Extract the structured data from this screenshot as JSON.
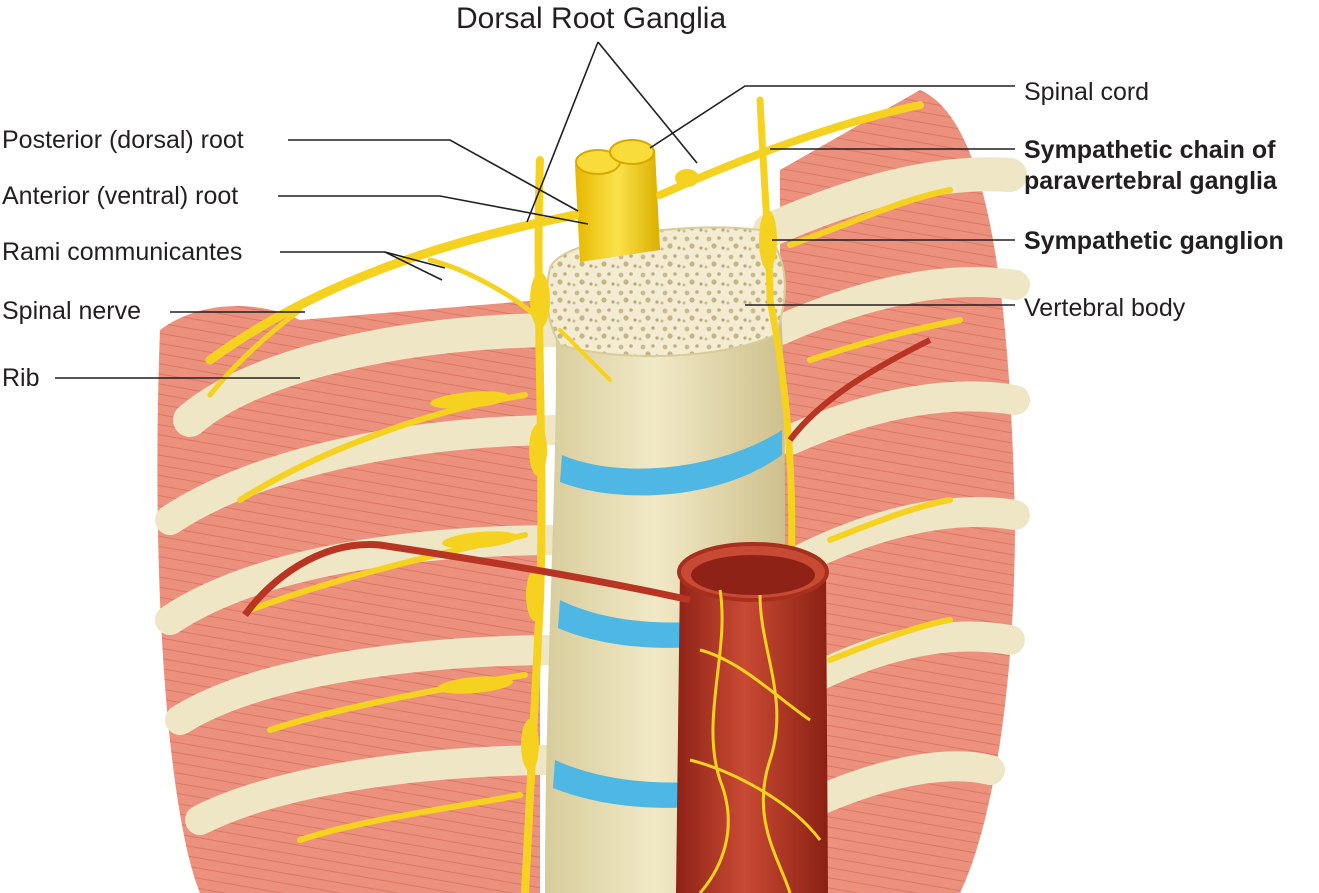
{
  "title": "Dorsal Root Ganglia",
  "labels": {
    "left": {
      "posterior_root": "Posterior (dorsal) root",
      "anterior_root": "Anterior (ventral) root",
      "rami": "Rami communicantes",
      "spinal_nerve": "Spinal nerve",
      "rib": "Rib"
    },
    "right": {
      "spinal_cord": "Spinal cord",
      "chain_line1": "Sympathetic chain of",
      "chain_line2": "paravertebral ganglia",
      "ganglion": "Sympathetic ganglion",
      "vertebral_body": "Vertebral body"
    }
  },
  "colors": {
    "muscle": "#e8826e",
    "rib": "#eee6c4",
    "nerve": "#f5d21f",
    "bone": "#efe6bd",
    "disc": "#4fb7e3",
    "aorta": "#b83423",
    "line": "#231f20"
  }
}
